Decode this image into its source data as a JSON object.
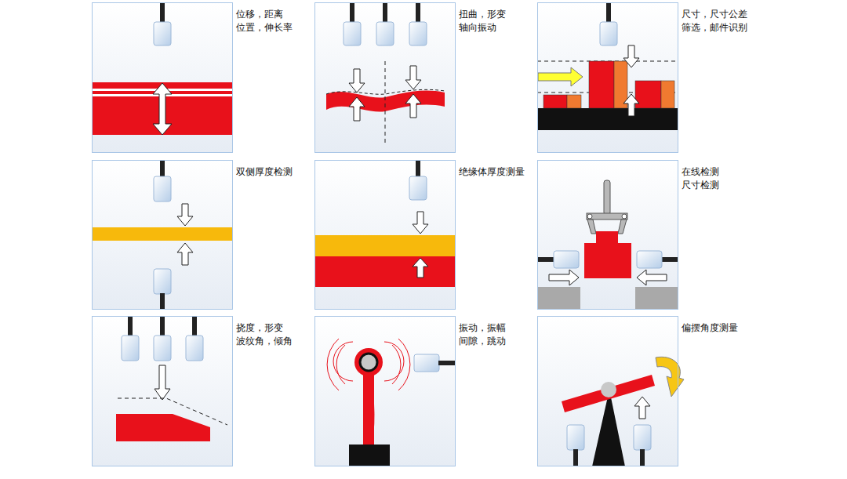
{
  "diagram": {
    "nodes": [
      {
        "text": [
          "位移，距离 位置，伸长率"
        ]
      },
      {
        "text": [
          "扭曲，形变 轴向振动"
        ]
      },
      {
        "text": [
          "尺寸，尺寸公差 筛选，邮件识别"
        ]
      },
      {
        "text": [
          "双侧厚度检测"
        ]
      },
      {
        "text": [
          "绝缘体厚度测量"
        ]
      },
      {
        "text": [
          "在线检测 尺寸检测"
        ]
      },
      {
        "text": [
          "挠度，形变 波纹角，倾角"
        ]
      },
      {
        "text": [
          "振动，振幅 间隙，跳动"
        ]
      },
      {
        "text": [
          "偏摆角度测量"
        ]
      }
    ]
  }
}
